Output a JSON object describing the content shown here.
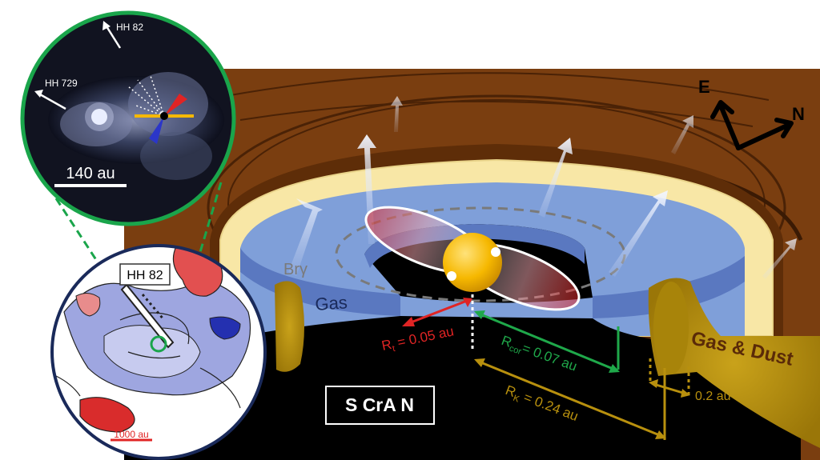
{
  "labels": {
    "hh82_top": "HH 82",
    "hh729": "HH 729",
    "scale_140": "140 au",
    "hh82_box": "HH 82",
    "scale_1000": "1000 au",
    "bry": "Brγ",
    "gas": "Gas",
    "gas_dust": "Gas & Dust",
    "east": "E",
    "north": "N",
    "target": "S CrA N",
    "r_t_main": "R",
    "r_t_sub": "t",
    "r_t_val": " = 0.05 au",
    "r_cor_main": "R",
    "r_cor_sub": "cor",
    "r_cor_val": "= 0.07 au",
    "r_k_main": "R",
    "r_k_sub": "K",
    "r_k_val": " = 0.24 au",
    "gap_val": "0.2 au"
  },
  "colors": {
    "disk_brown": "#7a3e10",
    "ring_dark": "#5a2a08",
    "cream_ring": "#f8e7a6",
    "gas_blue": "#7f9fd9",
    "gas_blue_dark": "#5a78c0",
    "dust_olive": "#b58e0c",
    "star": "#f6b800",
    "red": "#e02424",
    "green": "#1fa84a",
    "gold": "#b8900e",
    "frame_green": "#1aa54b",
    "frame_navy": "#1a2a5a",
    "brown_text": "#5a2a08"
  }
}
